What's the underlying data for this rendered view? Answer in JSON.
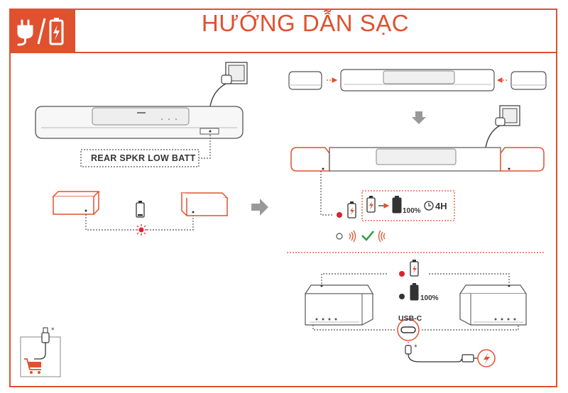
{
  "header": {
    "title": "HƯỚNG DẪN SẠC",
    "icon": "plug-and-battery-icon"
  },
  "left_panel": {
    "soundbar_display_message": "REAR SPKR LOW BATT"
  },
  "right_panel": {
    "charge_full_label": "100%",
    "charge_time_label": "4H",
    "port_label": "USB-C",
    "battery_full_label": "100%"
  },
  "colors": {
    "accent": "#e0512f",
    "indicator_red": "#e0202f",
    "indicator_dark": "#333333",
    "check_green": "#2e9e3f"
  }
}
